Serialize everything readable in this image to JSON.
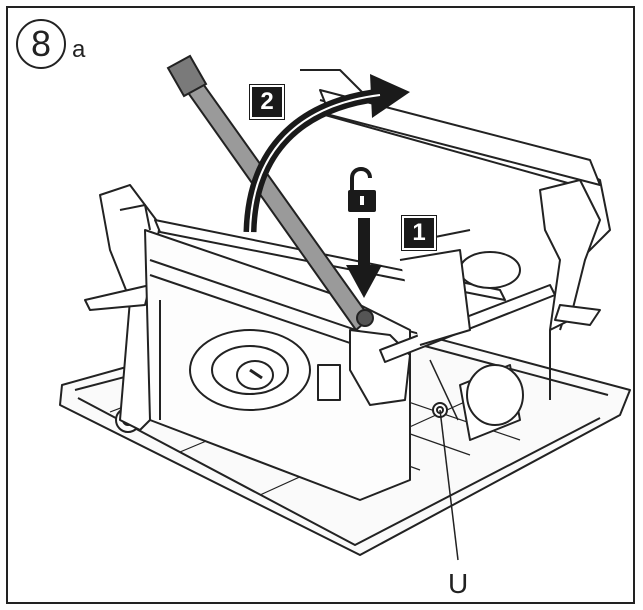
{
  "step": {
    "number": "8",
    "sub": "a"
  },
  "badges": {
    "one": "1",
    "two": "2"
  },
  "callout": {
    "u": "U"
  },
  "colors": {
    "line": "#222222",
    "handle": "#8f8f8f",
    "badge": "#1a1a1a",
    "arrow": "#1a1a1a"
  },
  "icons": {
    "unlock": "unlock-padlock-icon",
    "push_arrow": "down-arrow-icon",
    "rotate_arrow": "curved-arrow-icon"
  }
}
